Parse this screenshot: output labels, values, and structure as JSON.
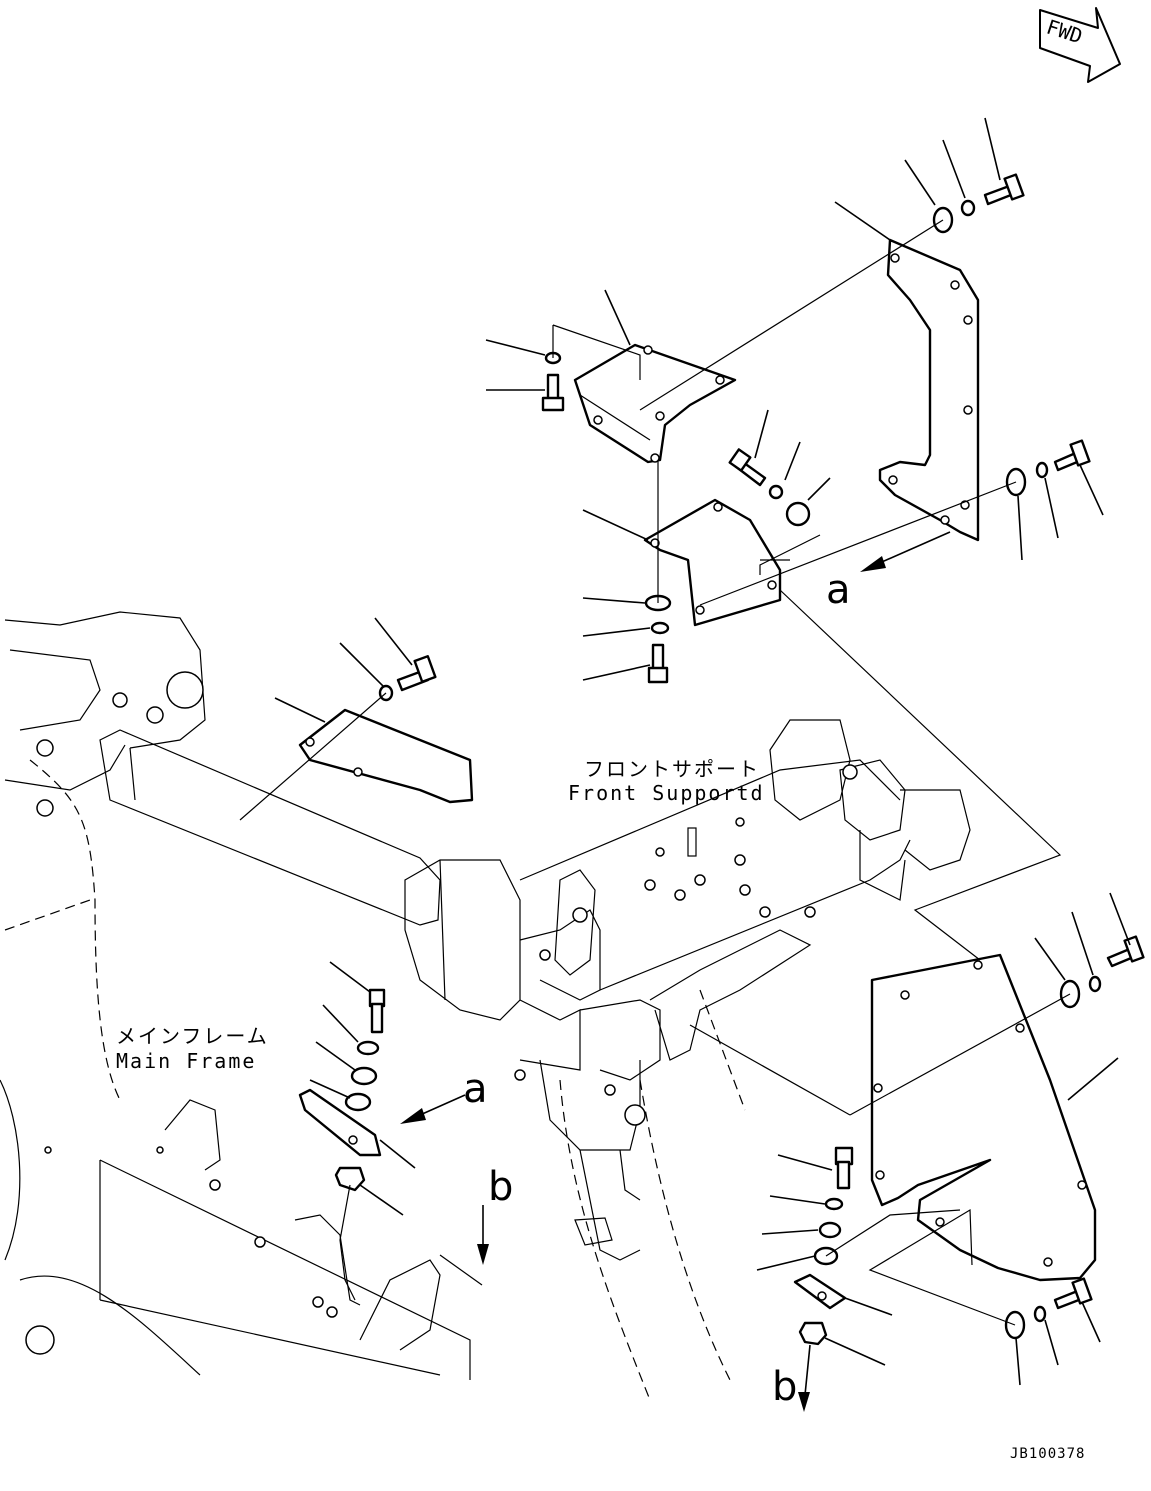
{
  "labels": {
    "front_support_jp": "フロントサポート",
    "front_support_en": "Front Supportd",
    "main_frame_jp": "メインフレーム",
    "main_frame_en": "Main Frame",
    "fwd": "FWD",
    "ref_a_top": "a",
    "ref_a_mid": "a",
    "ref_b_left": "b",
    "ref_b_bottom": "b",
    "drawing_code": "JB100378"
  },
  "icons": [
    "fwd-arrow-icon"
  ]
}
